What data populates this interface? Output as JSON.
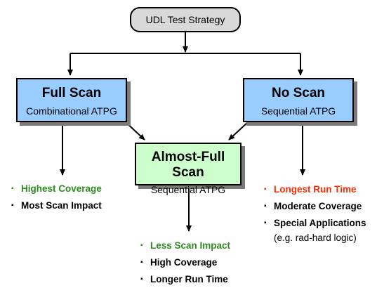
{
  "root": {
    "label": "UDL Test Strategy"
  },
  "nodes": {
    "full_scan": {
      "title": "Full Scan",
      "subtitle": "Combinational ATPG"
    },
    "no_scan": {
      "title": "No Scan",
      "subtitle": "Sequential ATPG"
    },
    "almost_full_scan": {
      "title": "Almost-Full Scan",
      "subtitle": "Sequential ATPG"
    }
  },
  "lists": {
    "full_scan": [
      {
        "text": "Highest Coverage",
        "color": "#2e8b1f"
      },
      {
        "text": "Most Scan Impact",
        "color": "#000000"
      }
    ],
    "almost_full_scan": [
      {
        "text": "Less Scan Impact",
        "color": "#2e8b1f"
      },
      {
        "text": "High Coverage",
        "color": "#000000"
      },
      {
        "text": "Longer Run Time",
        "color": "#000000"
      }
    ],
    "no_scan": [
      {
        "text": "Longest Run Time",
        "color": "#ff2a00"
      },
      {
        "text": "Moderate Coverage",
        "color": "#000000"
      },
      {
        "text": "Special Applications",
        "color": "#000000"
      }
    ],
    "no_scan_note": "(e.g. rad-hard logic)"
  },
  "bullet_glyph": "▪"
}
